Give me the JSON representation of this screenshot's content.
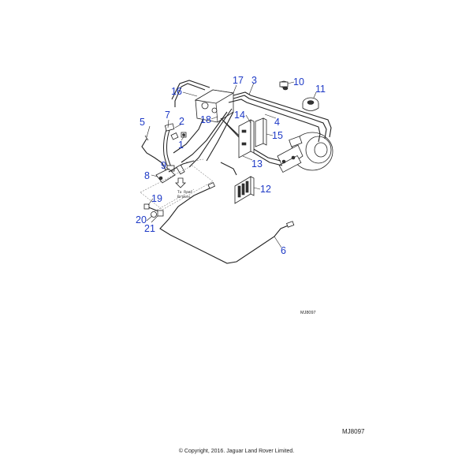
{
  "diagram": {
    "callouts": [
      "1",
      "2",
      "3",
      "4",
      "5",
      "6",
      "7",
      "8",
      "9",
      "10",
      "11",
      "12",
      "13",
      "14",
      "15",
      "16",
      "17",
      "18",
      "19",
      "20",
      "21"
    ],
    "note_line1": "To Rear",
    "note_line2": "Brakes",
    "small_code": "MJ8097"
  },
  "footer": {
    "diagram_code": "MJ8097",
    "copyright": "© Copyright, 2016. Jaguar Land Rover Limited."
  },
  "colors": {
    "callout_text": "#1d39c6",
    "line_art": "#222222"
  }
}
